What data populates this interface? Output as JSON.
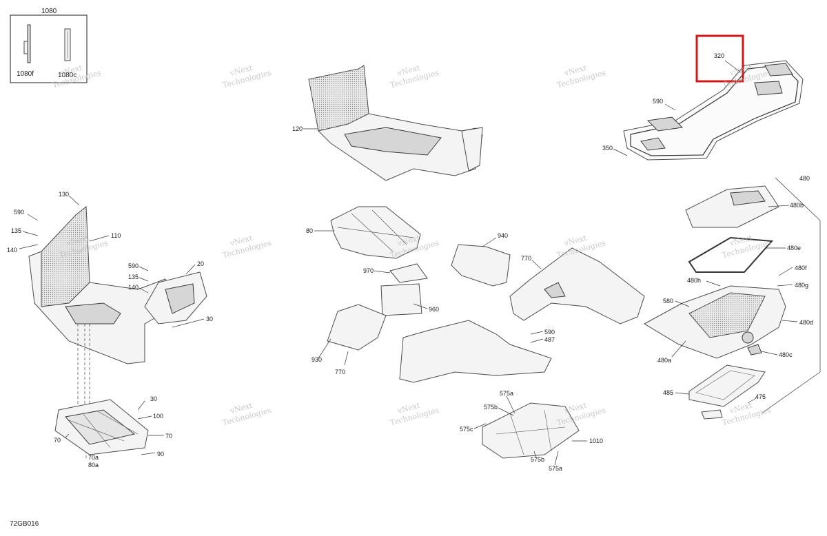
{
  "diagram_code": "72GB016",
  "watermark": {
    "line1": "vNext",
    "line2": "Technologies"
  },
  "inset": {
    "title": "1080",
    "items": [
      "1080f",
      "1080c"
    ]
  },
  "highlight_label": "320",
  "labels": {
    "l120": "120",
    "l590a": "590",
    "l350": "350",
    "l480": "480",
    "l130": "130",
    "l590b": "590",
    "l135a": "135",
    "l140a": "140",
    "l110": "110",
    "l590c": "590",
    "l135b": "135",
    "l140b": "140",
    "l20": "20",
    "l30a": "30",
    "l80": "80",
    "l970": "970",
    "l960": "960",
    "l940": "940",
    "l930": "930",
    "l770a": "770",
    "l770b": "770",
    "l590d": "590",
    "l487": "487",
    "l480b": "480b",
    "l480e": "480e",
    "l480f": "480f",
    "l480h": "480h",
    "l480g": "480g",
    "l580": "580",
    "l480d": "480d",
    "l480a": "480a",
    "l480c": "480c",
    "l485": "485",
    "l475": "475",
    "l30b": "30",
    "l100": "100",
    "l70a": "70",
    "l70b": "70",
    "l90": "90",
    "l70sub": "70a",
    "l80sub": "80a",
    "l575a1": "575a",
    "l575b1": "575b",
    "l575c": "575c",
    "l1010": "1010",
    "l575b2": "575b",
    "l575a2": "575a"
  }
}
